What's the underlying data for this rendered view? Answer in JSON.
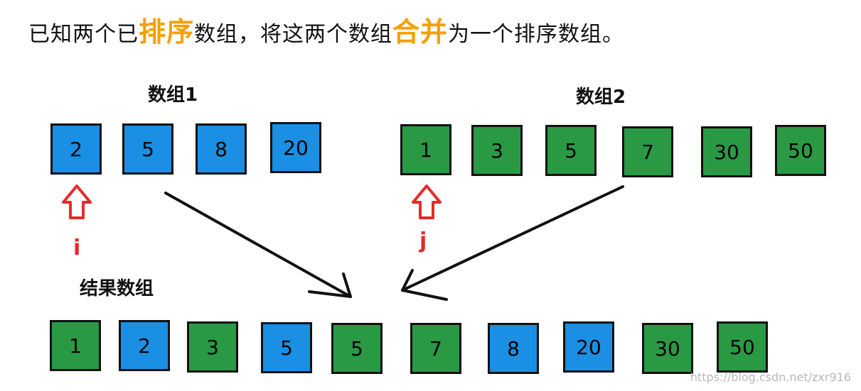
{
  "title": {
    "part1": "已知两个已",
    "highlight1": "排序",
    "part2": "数组，将这两个数组",
    "highlight2": "合并",
    "part3": "为一个排序数组。"
  },
  "array1": {
    "label": "数组1",
    "values": [
      "2",
      "5",
      "8",
      "20"
    ]
  },
  "array2": {
    "label": "数组2",
    "values": [
      "1",
      "3",
      "5",
      "7",
      "30",
      "50"
    ]
  },
  "pointers": {
    "i": "i",
    "j": "j"
  },
  "result": {
    "label": "结果数组",
    "values": [
      "1",
      "2",
      "3",
      "5",
      "5",
      "7",
      "8",
      "20",
      "30",
      "50"
    ],
    "sources": [
      "array2",
      "array1",
      "array2",
      "array1",
      "array2",
      "array2",
      "array1",
      "array1",
      "array2",
      "array2"
    ]
  },
  "colors": {
    "array1": "#1a8fe3",
    "array2": "#2a9944",
    "highlight": "#f5a000",
    "pointer": "#e32b2b"
  },
  "watermark": "https://blog.csdn.net/zxr916"
}
